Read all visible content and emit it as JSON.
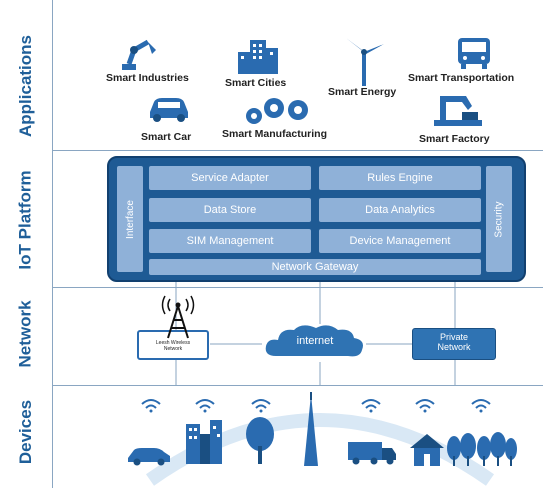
{
  "layers": {
    "applications": "Applications",
    "platform": "IoT Platform",
    "network": "Network",
    "devices": "Devices"
  },
  "applications": {
    "smart_industries": "Smart Industries",
    "smart_cities": "Smart Cities",
    "smart_energy": "Smart Energy",
    "smart_transportation": "Smart Transportation",
    "smart_car": "Smart Car",
    "smart_manufacturing": "Smart Manufacturing",
    "smart_factory": "Smart Factory"
  },
  "platform": {
    "interface": "Interface",
    "security": "Security",
    "service_adapter": "Service Adapter",
    "rules_engine": "Rules Engine",
    "data_store": "Data Store",
    "data_analytics": "Data Analytics",
    "sim_management": "SIM Management",
    "device_management": "Device Management",
    "network_gateway": "Network Gateway"
  },
  "network": {
    "tower_line1": "Leesh Wireless",
    "tower_line2": "Network",
    "internet": "internet",
    "private_line1": "Private",
    "private_line2": "Network"
  },
  "colors": {
    "label_blue": "#1f5f99",
    "platform_dark": "#1e5a94",
    "platform_box": "#8fb1d8",
    "icon_blue": "#2a6bb0"
  },
  "icons": [
    "robot-arm-icon",
    "city-buildings-icon",
    "wind-turbine-icon",
    "bus-icon",
    "car-icon",
    "gears-icon",
    "factory-robot-icon",
    "cell-tower-icon",
    "cloud-icon",
    "wifi-icon",
    "tree-icon",
    "truck-icon",
    "house-icon"
  ]
}
